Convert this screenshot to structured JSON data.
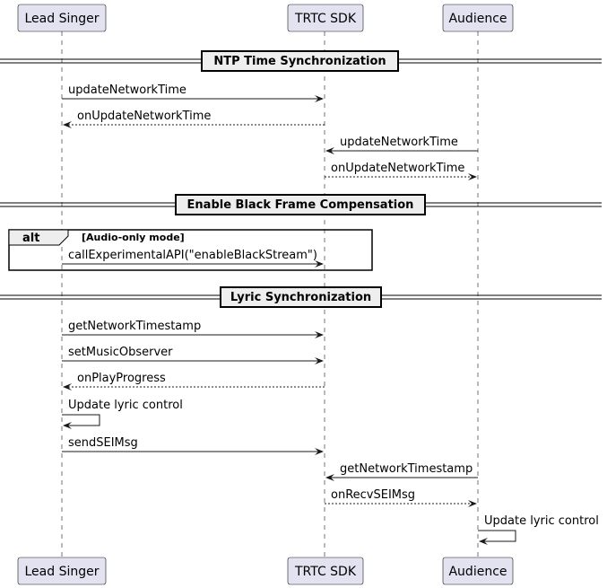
{
  "participants": [
    {
      "id": "lead",
      "label": "Lead Singer"
    },
    {
      "id": "sdk",
      "label": "TRTC SDK"
    },
    {
      "id": "aud",
      "label": "Audience"
    }
  ],
  "sections": [
    {
      "title": "NTP Time Synchronization"
    },
    {
      "title": "Enable Black Frame Compensation"
    },
    {
      "title": "Lyric Synchronization"
    }
  ],
  "fragment": {
    "operator": "alt",
    "guard": "[Audio-only mode]"
  },
  "messages": [
    {
      "from": "lead",
      "to": "sdk",
      "label": "updateNetworkTime",
      "style": "solid"
    },
    {
      "from": "sdk",
      "to": "lead",
      "label": "onUpdateNetworkTime",
      "style": "dashed"
    },
    {
      "from": "aud",
      "to": "sdk",
      "label": "updateNetworkTime",
      "style": "solid"
    },
    {
      "from": "sdk",
      "to": "aud",
      "label": "onUpdateNetworkTime",
      "style": "dashed"
    },
    {
      "from": "lead",
      "to": "sdk",
      "label": "callExperimentalAPI(\"enableBlackStream\")",
      "style": "solid"
    },
    {
      "from": "lead",
      "to": "sdk",
      "label": "getNetworkTimestamp",
      "style": "solid"
    },
    {
      "from": "lead",
      "to": "sdk",
      "label": "setMusicObserver",
      "style": "solid"
    },
    {
      "from": "sdk",
      "to": "lead",
      "label": "onPlayProgress",
      "style": "dashed"
    },
    {
      "from": "lead",
      "to": "lead",
      "label": "Update lyric control",
      "style": "solid"
    },
    {
      "from": "lead",
      "to": "sdk",
      "label": "sendSEIMsg",
      "style": "solid"
    },
    {
      "from": "aud",
      "to": "sdk",
      "label": "getNetworkTimestamp",
      "style": "solid"
    },
    {
      "from": "sdk",
      "to": "aud",
      "label": "onRecvSEIMsg",
      "style": "dashed"
    },
    {
      "from": "aud",
      "to": "aud",
      "label": "Update lyric control",
      "style": "solid"
    }
  ]
}
